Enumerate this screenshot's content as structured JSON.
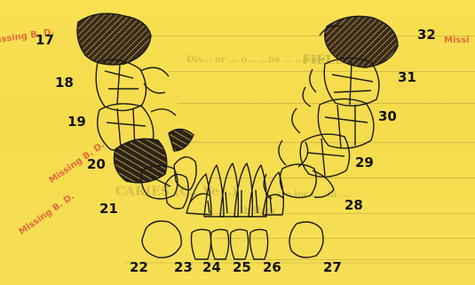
{
  "form": {
    "field_label": "FIELD",
    "field_text": "Dis... or ... o... ...be ... ...ladel",
    "caries_label": "CARIES (C...Ve...)",
    "caries_text": "...ate loca... in ...",
    "caries_text2": "th this:"
  },
  "stamps": {
    "missing_bd_upper_left": "Missing B. D.",
    "missing_bd_upper_right": "Missi",
    "missing_bd_left": "Missing B. D.",
    "missing_bd_lower_left": "Missing B. D."
  },
  "tooth_numbers": {
    "t17": "17",
    "t18": "18",
    "t19": "19",
    "t20": "20",
    "t21": "21",
    "t22": "22",
    "t23": "23",
    "t24": "24",
    "t25": "25",
    "t26": "26",
    "t27": "27",
    "t28": "28",
    "t29": "29",
    "t30": "30",
    "t31": "31",
    "t32": "32"
  },
  "colors": {
    "paper": "#f6df55",
    "ink": "#111111",
    "stamp": "#e0573a"
  }
}
